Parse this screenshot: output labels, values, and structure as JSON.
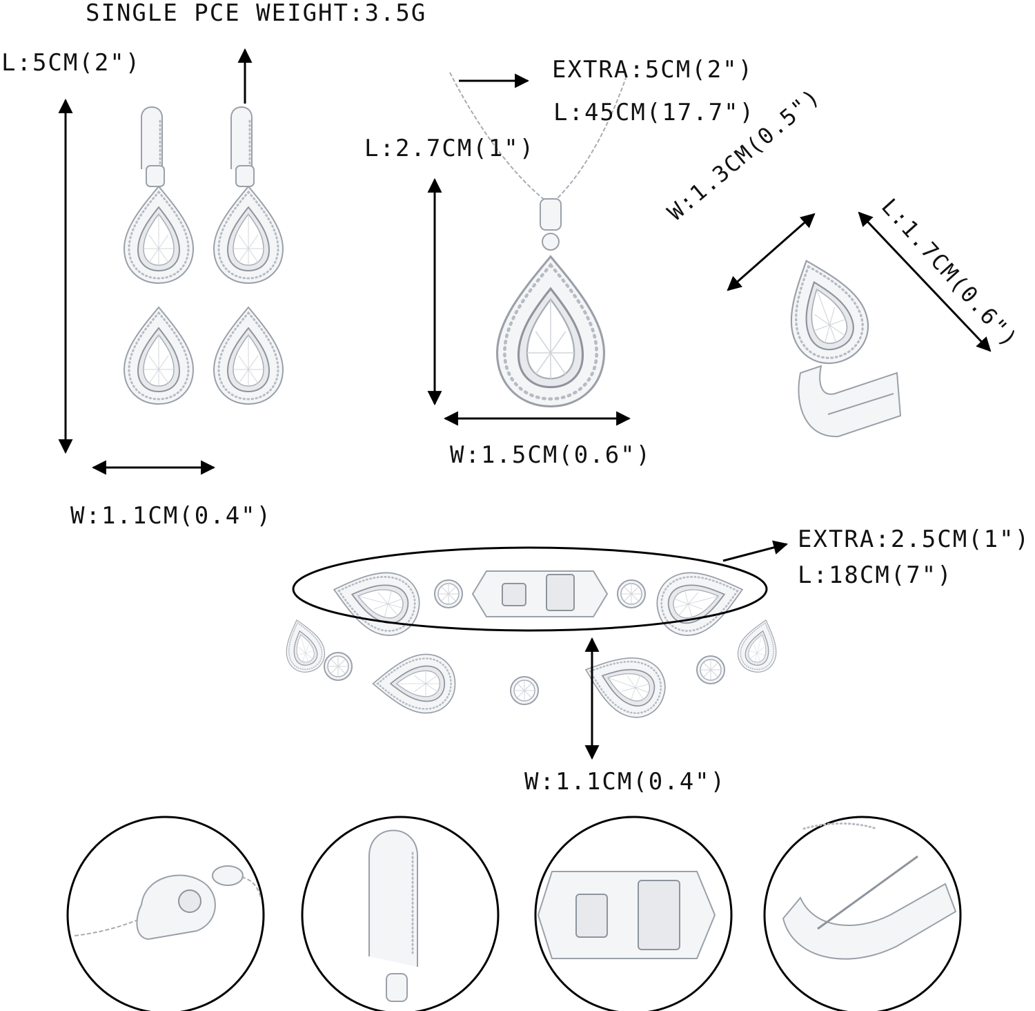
{
  "labels": {
    "weight": "SINGLE PCE WEIGHT:3.5G",
    "earring_length": "L:5CM(2\")",
    "earring_width": "W:1.1CM(0.4\")",
    "necklace_extra": "EXTRA:5CM(2\")",
    "necklace_length": "L:45CM(17.7\")",
    "pendant_length": "L:2.7CM(1\")",
    "pendant_width": "W:1.5CM(0.6\")",
    "ring_width": "W:1.3CM(0.5\")",
    "ring_length": "L:1.7CM(0.6\")",
    "bracelet_extra": "EXTRA:2.5CM(1\")",
    "bracelet_length": "L:18CM(7\")",
    "bracelet_width": "W:1.1CM(0.4\")"
  },
  "icons": {
    "arrow": "double-headed-arrow-icon",
    "detail_1": "lobster-clasp-detail",
    "detail_2": "leverback-hook-detail",
    "detail_3": "fold-over-clasp-detail",
    "detail_4": "adjustable-ring-band-detail"
  },
  "colors": {
    "text": "#111111",
    "arrow": "#000000",
    "silver": "#9aa0a8",
    "background": "#ffffff"
  }
}
